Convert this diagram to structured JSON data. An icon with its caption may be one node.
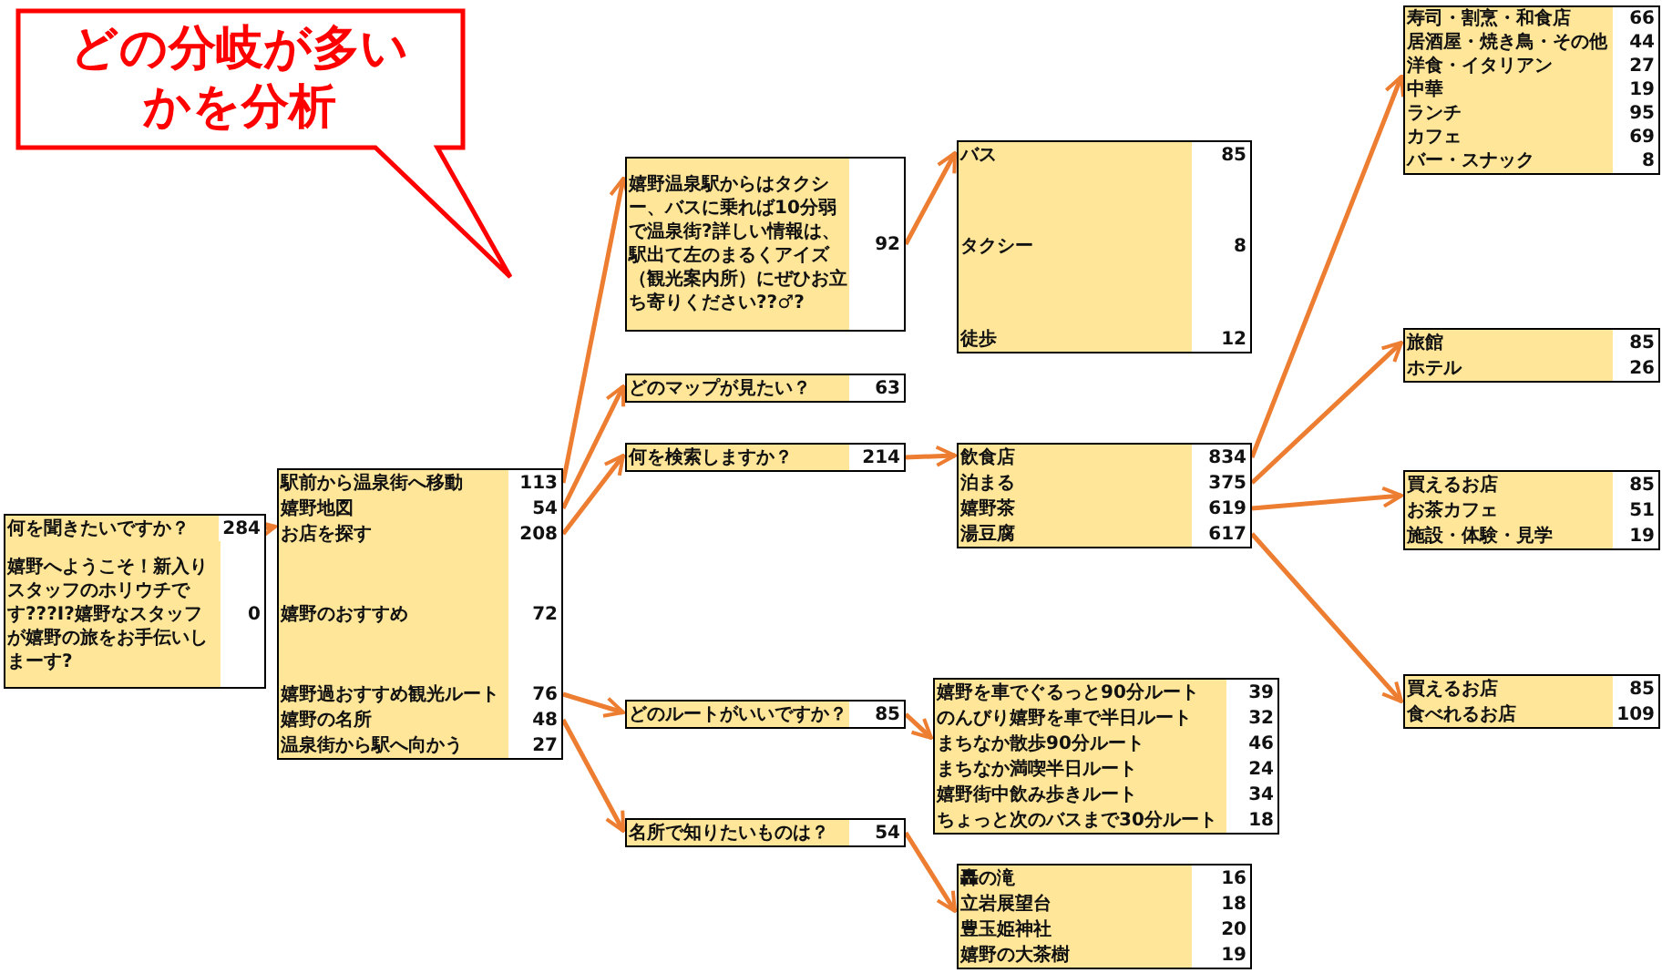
{
  "diagram": {
    "nodes": [
      {
        "text": [
          "どの分岐が多いかを分析"
        ]
      },
      {
        "text": [],
        "shape": "box"
      },
      {
        "text": [
          "何を聞きたいですか？",
          "284"
        ],
        "in": 1
      },
      {
        "text": [
          "嬉野へようこそ！新入りスタッフのホリウチです???I?嬉野なスタッフが嬉野の旅をお手伝いしまーす?",
          "0"
        ],
        "in": 1
      },
      {
        "text": [],
        "shape": "box"
      },
      {
        "text": [
          "駅前から温泉街へ移動",
          "113"
        ],
        "in": 4
      },
      {
        "text": [
          "嬉野地図",
          "54"
        ],
        "in": 4
      },
      {
        "text": [
          "お店を探す",
          "208"
        ],
        "in": 4
      },
      {
        "text": [
          "嬉野のおすすめ",
          "72"
        ],
        "in": 4
      },
      {
        "text": [
          "嬉野過おすすめ観光ルート",
          "76"
        ],
        "in": 4
      },
      {
        "text": [
          "嬉野の名所",
          "48"
        ],
        "in": 4
      },
      {
        "text": [
          "温泉街から駅へ向かう",
          "27"
        ],
        "in": 4
      },
      {
        "text": [],
        "shape": "box"
      },
      {
        "text": [
          "嬉野温泉駅からはタクシー、バスに乗れば10分弱で温泉街?詳しい情報は、駅出て左のまるくアイズ（観光案内所）にぜひお立ち寄りください??♂?",
          "92"
        ],
        "in": 12
      },
      {
        "text": [],
        "shape": "box"
      },
      {
        "text": [
          "どのマップが見たい？",
          "63"
        ],
        "in": 14
      },
      {
        "text": [],
        "shape": "box"
      },
      {
        "text": [
          "何を検索しますか？",
          "214"
        ],
        "in": 16
      },
      {
        "text": [],
        "shape": "box"
      },
      {
        "text": [
          "どのルートがいいですか？",
          "85"
        ],
        "in": 18
      },
      {
        "text": [],
        "shape": "box"
      },
      {
        "text": [
          "名所で知りたいものは？",
          "54"
        ],
        "in": 20
      },
      {
        "text": [],
        "shape": "box"
      },
      {
        "text": [
          "バス",
          "85"
        ],
        "in": 22
      },
      {
        "text": [
          "タクシー",
          "8"
        ],
        "in": 22
      },
      {
        "text": [
          "徒歩",
          "12"
        ],
        "in": 22
      },
      {
        "text": [],
        "shape": "box"
      },
      {
        "text": [
          "飲食店",
          "834"
        ],
        "in": 26
      },
      {
        "text": [
          "泊まる",
          "375"
        ],
        "in": 26
      },
      {
        "text": [
          "嬉野茶",
          "619"
        ],
        "in": 26
      },
      {
        "text": [
          "湯豆腐",
          "617"
        ],
        "in": 26
      },
      {
        "text": [],
        "shape": "box"
      },
      {
        "text": [
          "嬉野を車でぐるっと90分ルート",
          "39"
        ],
        "in": 31
      },
      {
        "text": [
          "のんびり嬉野を車で半日ルート",
          "32"
        ],
        "in": 31
      },
      {
        "text": [
          "まちなか散歩90分ルート",
          "46"
        ],
        "in": 31
      },
      {
        "text": [
          "まちなか満喫半日ルート",
          "24"
        ],
        "in": 31
      },
      {
        "text": [
          "嬉野街中飲み歩きルート",
          "34"
        ],
        "in": 31
      },
      {
        "text": [
          "ちょっと次のバスまで30分ルート",
          "18"
        ],
        "in": 31
      },
      {
        "text": [],
        "shape": "box"
      },
      {
        "text": [
          "轟の滝",
          "16"
        ],
        "in": 38
      },
      {
        "text": [
          "立岩展望台",
          "18"
        ],
        "in": 38
      },
      {
        "text": [
          "豊玉姫神社",
          "20"
        ],
        "in": 38
      },
      {
        "text": [
          "嬉野の大茶樹",
          "19"
        ],
        "in": 38
      },
      {
        "text": [],
        "shape": "box"
      },
      {
        "text": [
          "寿司・割烹・和食店",
          "66"
        ],
        "in": 43
      },
      {
        "text": [
          "居酒屋・焼き鳥・その他",
          "44"
        ],
        "in": 43
      },
      {
        "text": [
          "洋食・イタリアン",
          "27"
        ],
        "in": 43
      },
      {
        "text": [
          "中華",
          "19"
        ],
        "in": 43
      },
      {
        "text": [
          "ランチ",
          "95"
        ],
        "in": 43
      },
      {
        "text": [
          "カフェ",
          "69"
        ],
        "in": 43
      },
      {
        "text": [
          "バー・スナック",
          "8"
        ],
        "in": 43
      },
      {
        "text": [],
        "shape": "box"
      },
      {
        "text": [
          "旅館",
          "85"
        ],
        "in": 51
      },
      {
        "text": [
          "ホテル",
          "26"
        ],
        "in": 51
      },
      {
        "text": [],
        "shape": "box"
      },
      {
        "text": [
          "買えるお店",
          "85"
        ],
        "in": 54
      },
      {
        "text": [
          "お茶カフェ",
          "51"
        ],
        "in": 54
      },
      {
        "text": [
          "施設・体験・見学",
          "19"
        ],
        "in": 54
      },
      {
        "text": [],
        "shape": "box"
      },
      {
        "text": [
          "買えるお店",
          "85"
        ],
        "in": 58
      },
      {
        "text": [
          "食べれるお店",
          "109"
        ],
        "in": 58
      }
    ],
    "edges": [
      {
        "from": 2,
        "to": 4,
        "arrow": "to"
      },
      {
        "from": 5,
        "to": 12,
        "arrow": "to"
      },
      {
        "from": 6,
        "to": 14,
        "arrow": "to"
      },
      {
        "from": 7,
        "to": 16,
        "arrow": "to"
      },
      {
        "from": 9,
        "to": 18,
        "arrow": "to"
      },
      {
        "from": 10,
        "to": 20,
        "arrow": "to"
      },
      {
        "from": 13,
        "to": 22,
        "arrow": "to"
      },
      {
        "from": 17,
        "to": 26,
        "arrow": "to"
      },
      {
        "from": 19,
        "to": 31,
        "arrow": "to"
      },
      {
        "from": 21,
        "to": 38,
        "arrow": "to"
      },
      {
        "from": 27,
        "to": 43,
        "arrow": "to"
      },
      {
        "from": 28,
        "to": 51,
        "arrow": "to"
      },
      {
        "from": 29,
        "to": 54,
        "arrow": "to"
      },
      {
        "from": 30,
        "to": 58,
        "arrow": "to"
      }
    ]
  }
}
